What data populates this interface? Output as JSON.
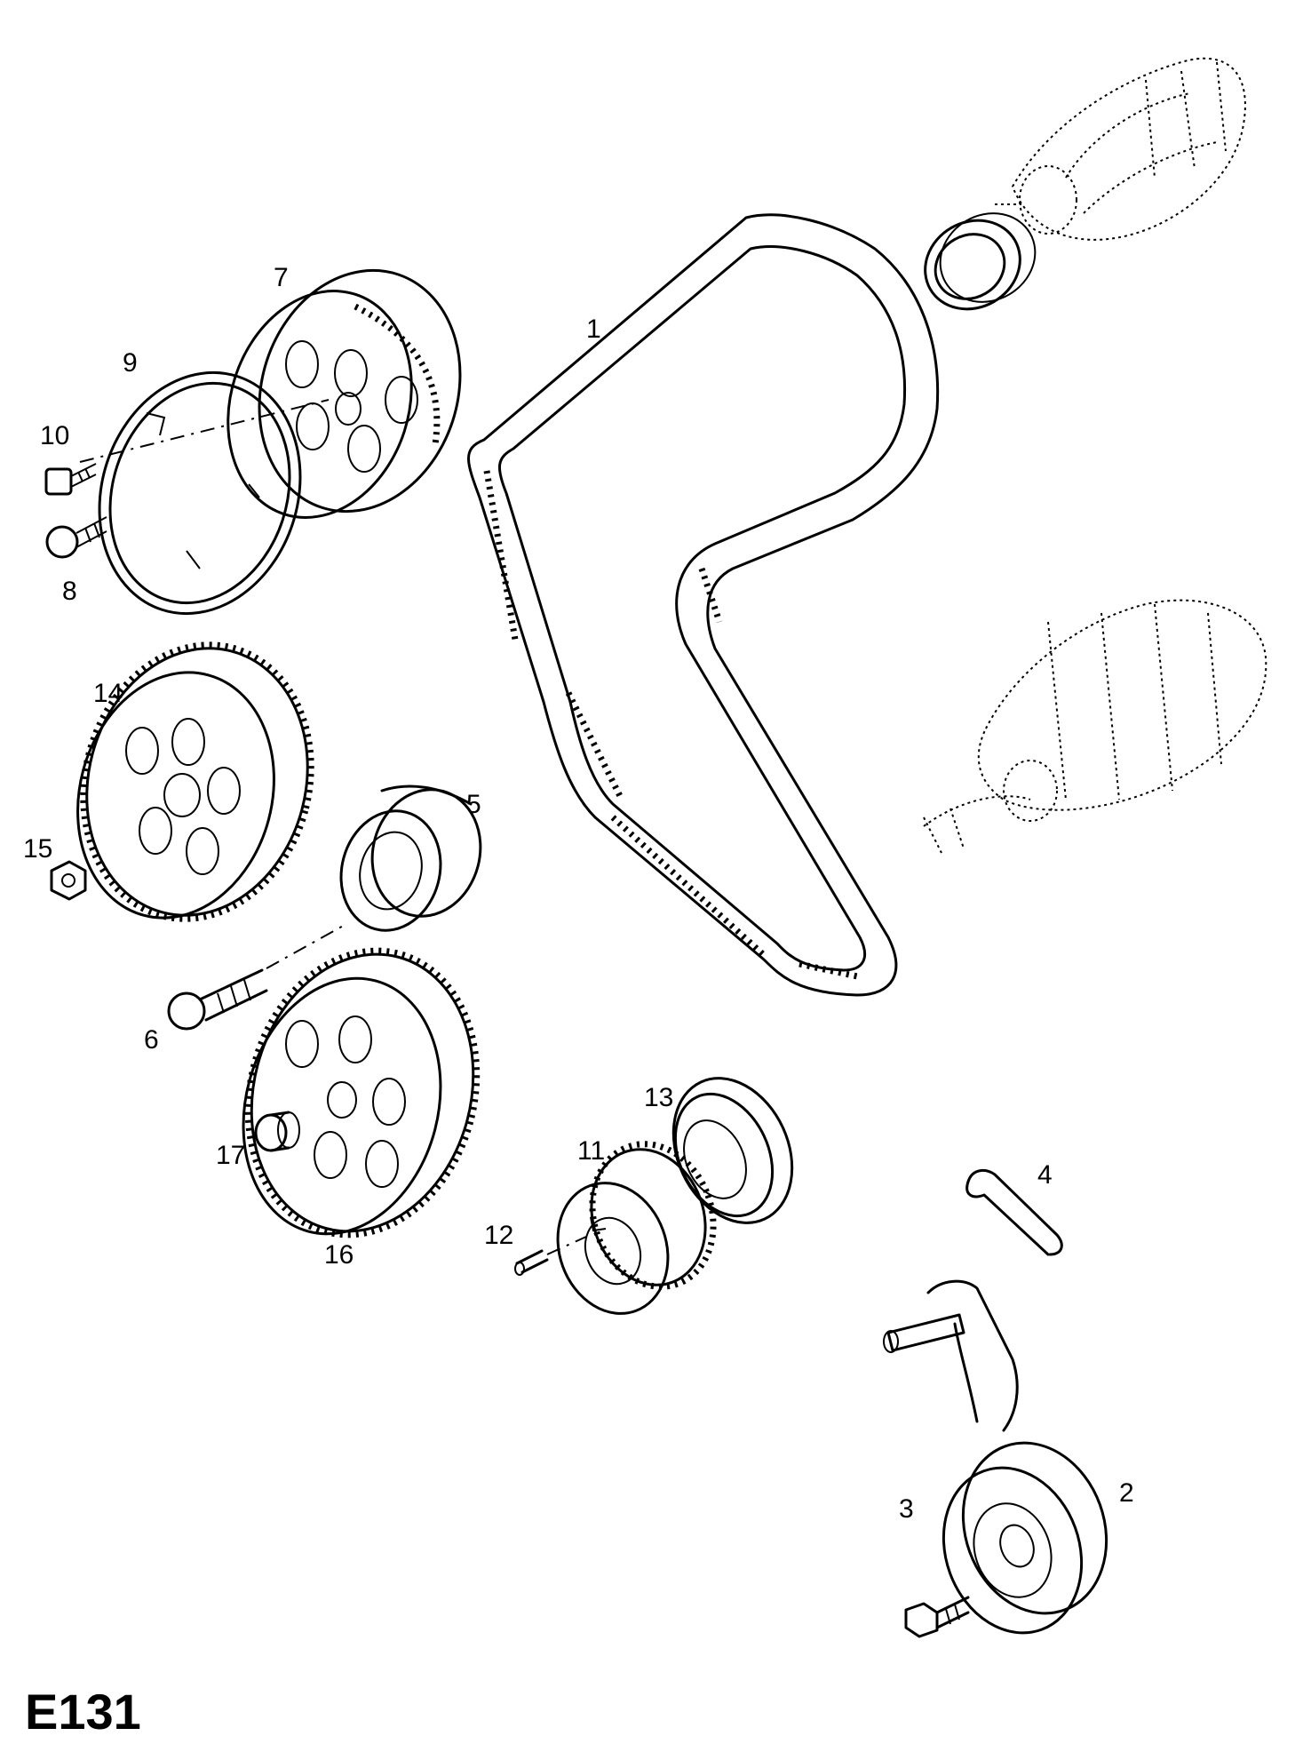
{
  "diagram": {
    "code": "E131",
    "callouts": {
      "p1": "1",
      "p2": "2",
      "p3": "3",
      "p4": "4",
      "p5": "5",
      "p6": "6",
      "p7": "7",
      "p8": "8",
      "p9": "9",
      "p10": "10",
      "p11": "11",
      "p12": "12",
      "p13": "13",
      "p14": "14",
      "p15": "15",
      "p16": "16",
      "p17": "17"
    }
  }
}
